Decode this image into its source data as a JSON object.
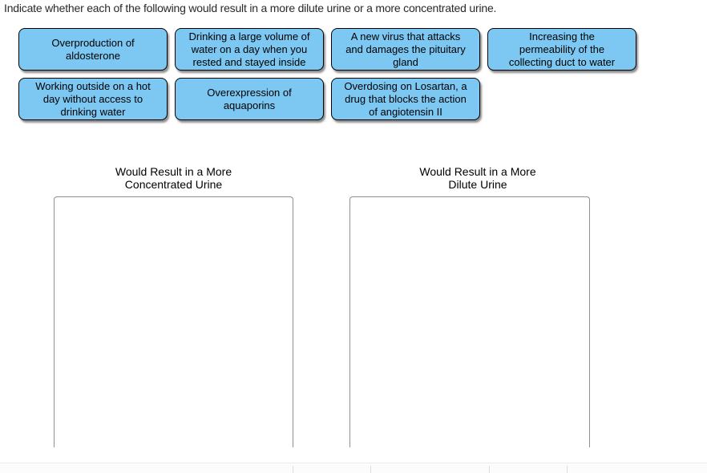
{
  "instruction": "Indicate whether each of the following would result in a more dilute urine or a more concentrated urine.",
  "cards": [
    {
      "label": "Overproduction of\naldosterone"
    },
    {
      "label": "Drinking a large volume of\nwater on a day when you\nrested and stayed inside"
    },
    {
      "label": "A new virus that attacks\nand damages the pituitary\ngland"
    },
    {
      "label": "Increasing the\npermeability of the\ncollecting duct to water"
    },
    {
      "label": "Working outside on a hot\nday without access to\ndrinking water"
    },
    {
      "label": "Overexpression of\naquaporins"
    },
    {
      "label": "Overdosing on Losartan, a\ndrug that blocks the action\nof angiotensin II"
    }
  ],
  "bins": [
    {
      "title": "Would Result in a More\nConcentrated Urine"
    },
    {
      "title": "Would Result in a More\nDilute Urine"
    }
  ],
  "colors": {
    "card_fill": "#7CC8F3",
    "card_border": "#000000",
    "bin_border": "#8F8F8F",
    "divider": "#ECECEC"
  }
}
